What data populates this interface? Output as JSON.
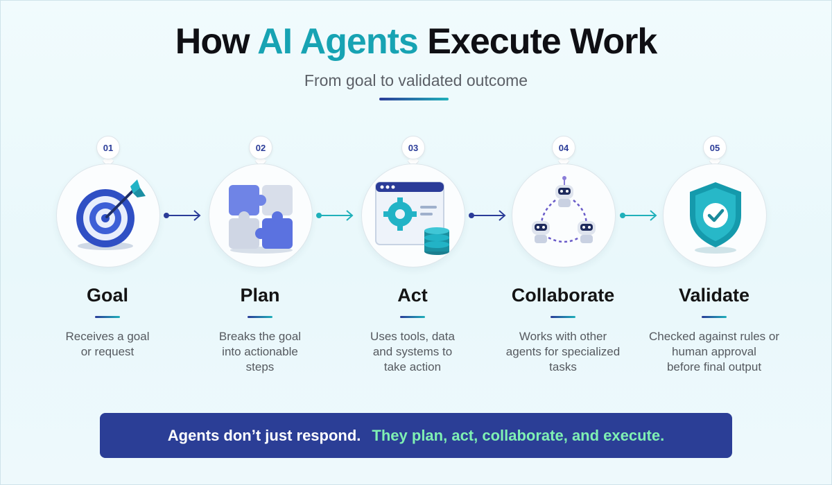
{
  "header": {
    "title_prefix": "How",
    "title_accent": "AI Agents",
    "title_suffix": "Execute Work",
    "subtitle": "From goal to validated outcome"
  },
  "colors": {
    "accent": "#17a3b3",
    "primary": "#2b3c98",
    "banner_bg": "#2b3e96",
    "banner_highlight": "#7ff0b3"
  },
  "steps": [
    {
      "number": "01",
      "title": "Goal",
      "icon": "target-icon",
      "desc": [
        "Receives a goal",
        "or request"
      ]
    },
    {
      "number": "02",
      "title": "Plan",
      "icon": "puzzle-icon",
      "desc": [
        "Breaks the goal",
        "into actionable",
        "steps"
      ]
    },
    {
      "number": "03",
      "title": "Act",
      "icon": "tools-gear-database-icon",
      "desc": [
        "Uses tools, data",
        "and systems to",
        "take action"
      ]
    },
    {
      "number": "04",
      "title": "Collaborate",
      "icon": "robots-network-icon",
      "desc": [
        "Works with other",
        "agents for specialized",
        "tasks"
      ]
    },
    {
      "number": "05",
      "title": "Validate",
      "icon": "shield-check-icon",
      "desc": [
        "Checked against rules or",
        "human approval",
        "before final output"
      ]
    }
  ],
  "banner": {
    "text_main": "Agents don’t just respond.",
    "text_highlight": "They plan, act, collaborate, and execute."
  }
}
